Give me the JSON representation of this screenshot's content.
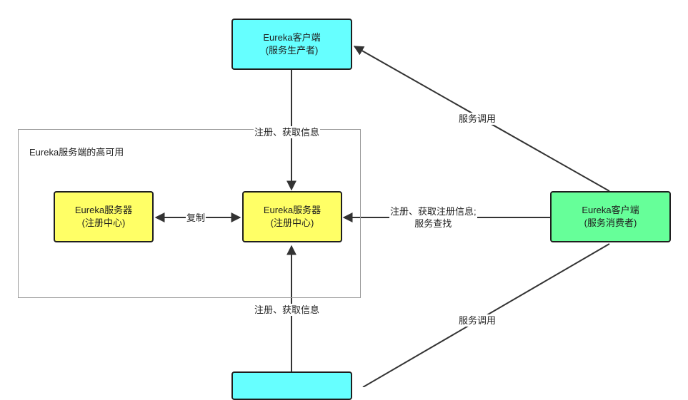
{
  "group": {
    "title": "Eureka服务端的高可用"
  },
  "nodes": {
    "producer_top": {
      "line1": "Eureka客户端",
      "line2": "(服务生产者)",
      "color": "#66ffff"
    },
    "server_left": {
      "line1": "Eureka服务器",
      "line2": "(注册中心)",
      "color": "#ffff66"
    },
    "server_main": {
      "line1": "Eureka服务器",
      "line2": "(注册中心)",
      "color": "#ffff66"
    },
    "consumer": {
      "line1": "Eureka客户端",
      "line2": "(服务消费者)",
      "color": "#66ff99"
    },
    "producer_bottom": {
      "color": "#66ffff"
    }
  },
  "edges": {
    "top_register": "注册、获取信息",
    "bottom_register": "注册、获取信息",
    "replicate": "复制",
    "consumer_register_1": "注册、获取注册信息;",
    "consumer_register_2": "服务查找",
    "call_top": "服务调用",
    "call_bottom": "服务调用"
  }
}
